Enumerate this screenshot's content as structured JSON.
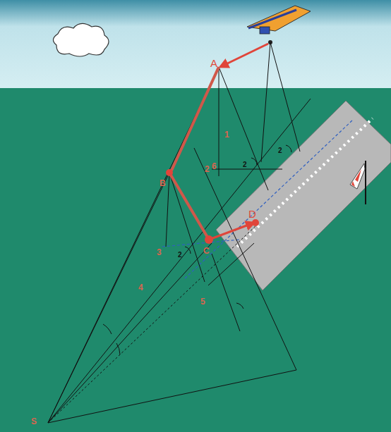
{
  "diagram": {
    "labels": [
      "A",
      "1",
      "2",
      "3",
      "B",
      "C",
      "D",
      "4",
      "5",
      "6",
      "2",
      "2",
      "2",
      "S"
    ]
  }
}
